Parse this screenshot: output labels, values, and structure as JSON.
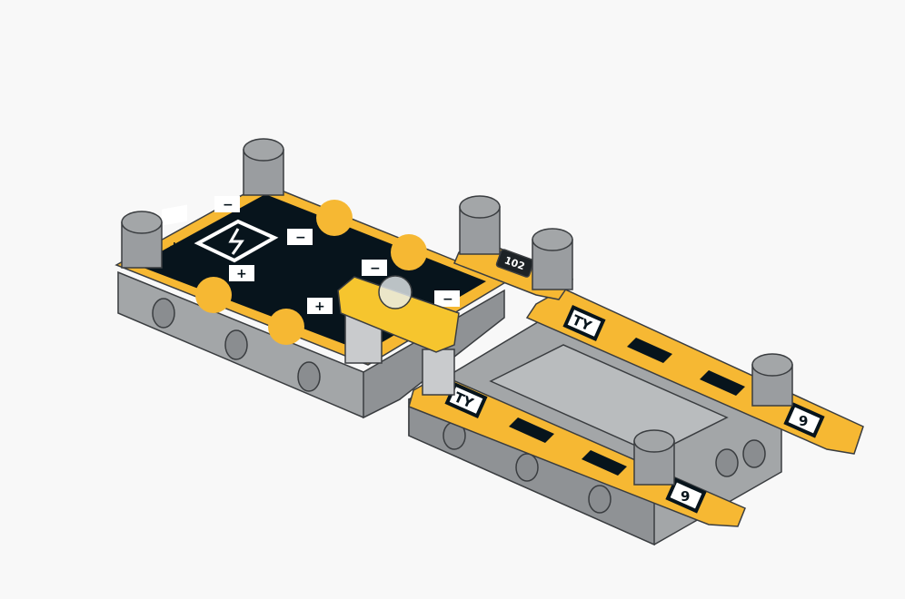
{
  "scene": {
    "title": "Battery board assembly with connector strips",
    "colors": {
      "background": "#f8f8f8",
      "board": "#07141c",
      "yellow": "#f6b833",
      "gray": "#a3a6a8",
      "gray_dark": "#7d8083",
      "outline": "#3a3d40"
    },
    "board": {
      "battery_icon": "battery-charging-icon",
      "plus_label": "+",
      "minus_label": "−"
    },
    "chip_label": "102",
    "strip_label_upper": "TY",
    "strip_label_lower": "TY",
    "end_label_upper": "9",
    "end_label_lower": "9"
  }
}
